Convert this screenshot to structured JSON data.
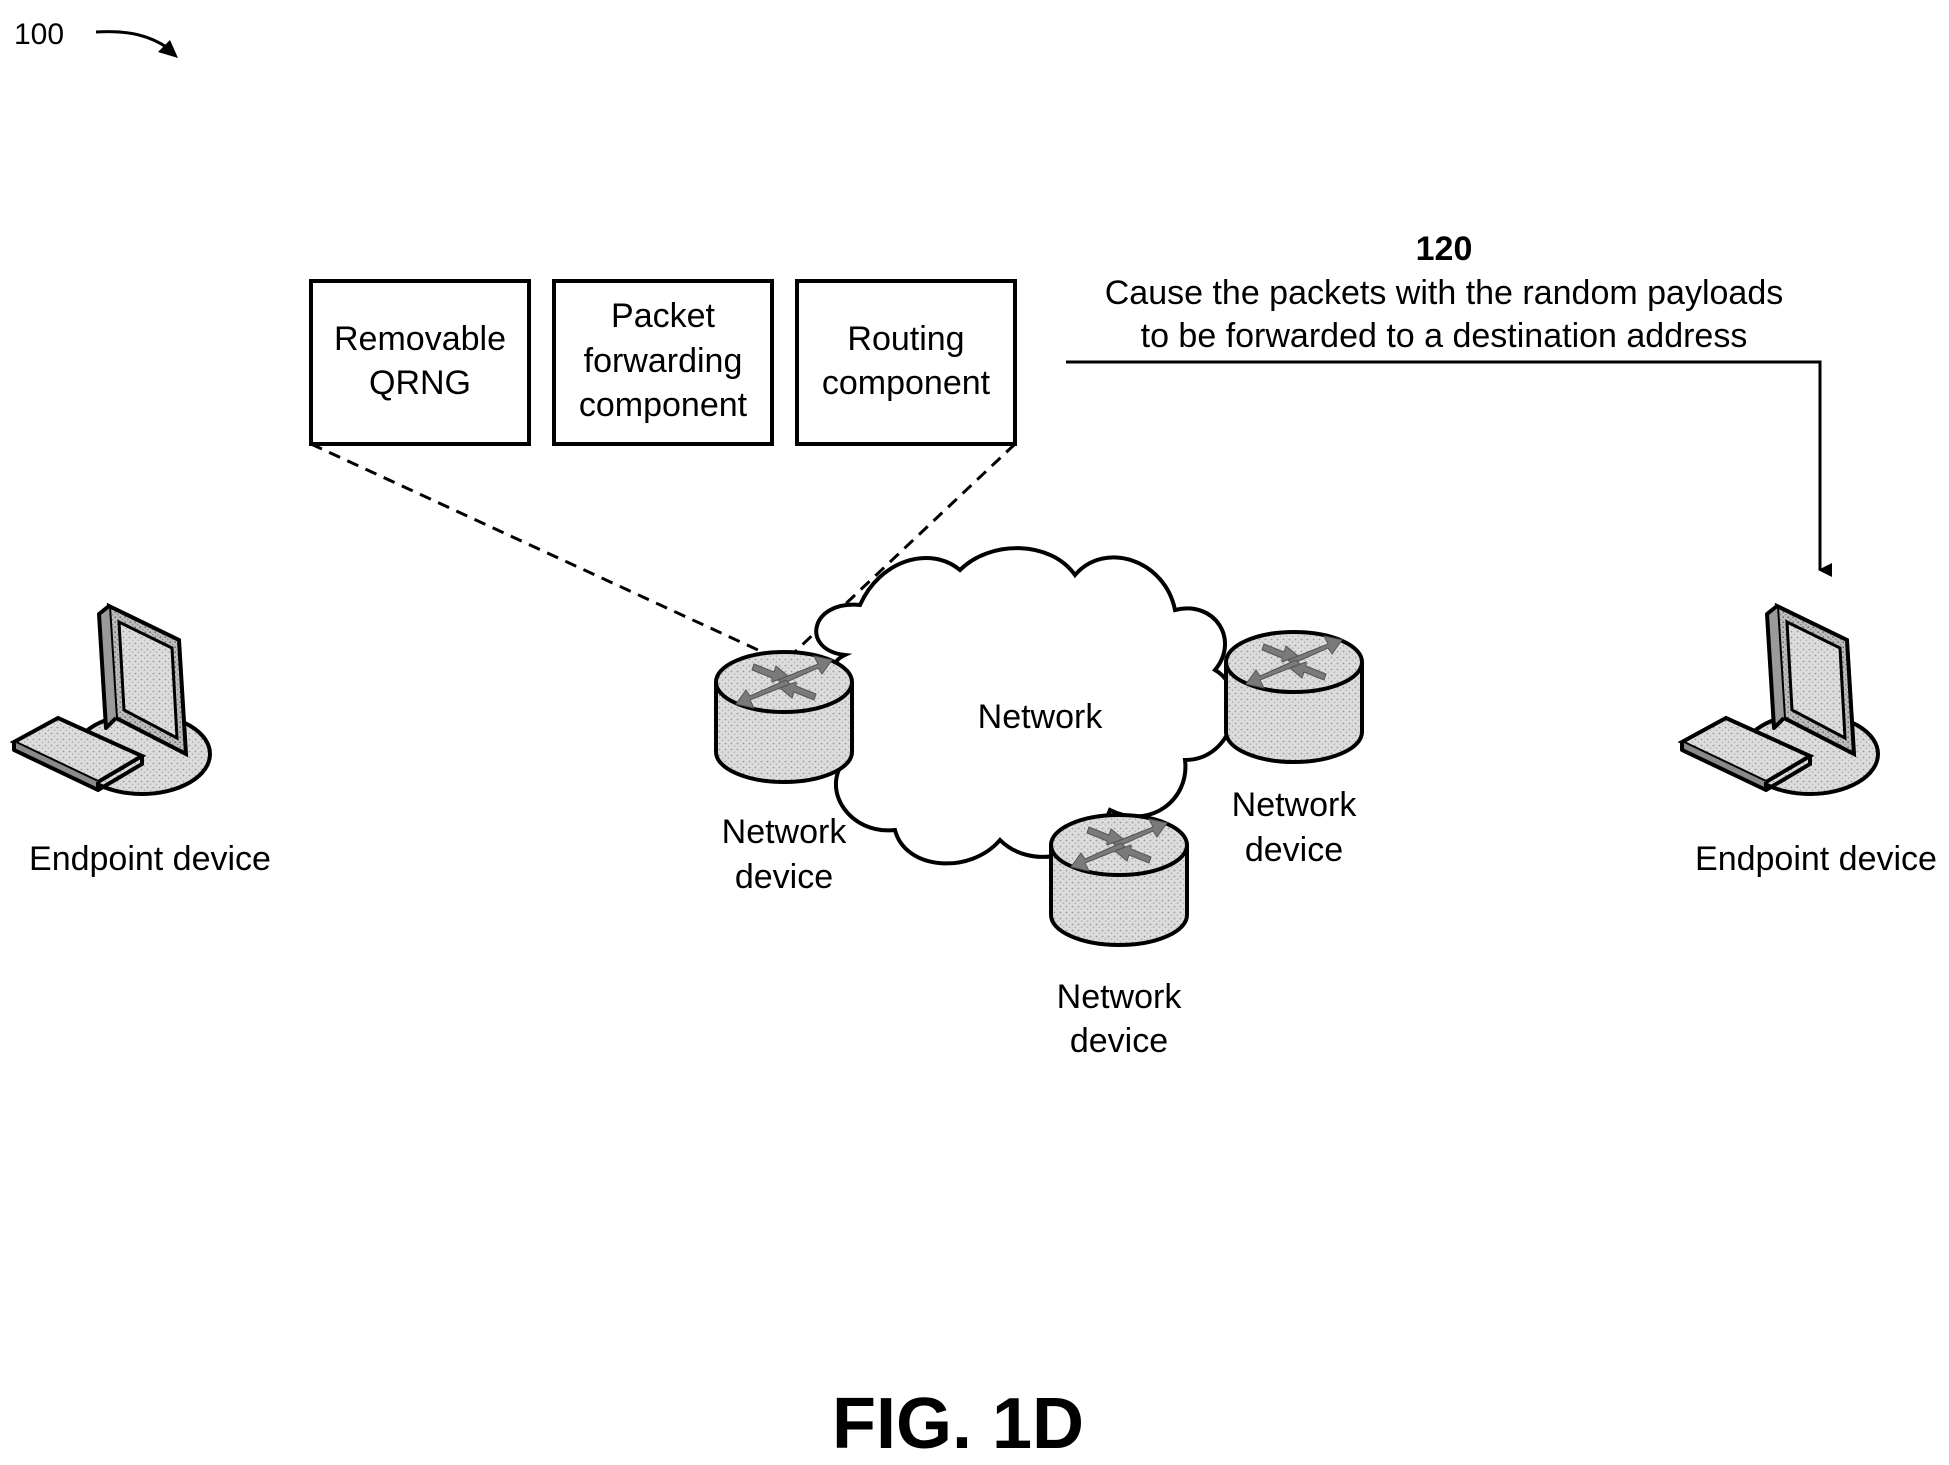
{
  "figure_ref": "100",
  "figure_label": "FIG. 1D",
  "step": {
    "number": "120",
    "line1": "Cause the packets with the random payloads",
    "line2": "to be forwarded to a destination address"
  },
  "components": [
    {
      "line1": "Removable",
      "line2": "QRNG",
      "line3": ""
    },
    {
      "line1": "Packet",
      "line2": "forwarding",
      "line3": "component"
    },
    {
      "line1": "Routing",
      "line2": "component",
      "line3": ""
    }
  ],
  "network_label": "Network",
  "network_devices": [
    {
      "line1": "Network",
      "line2": "device"
    },
    {
      "line1": "Network",
      "line2": "device"
    },
    {
      "line1": "Network",
      "line2": "device"
    }
  ],
  "endpoints": [
    {
      "label": "Endpoint device"
    },
    {
      "label": "Endpoint device"
    }
  ],
  "icons": [
    "monitor-icon",
    "keyboard-icon",
    "router-icon",
    "cloud-icon"
  ]
}
